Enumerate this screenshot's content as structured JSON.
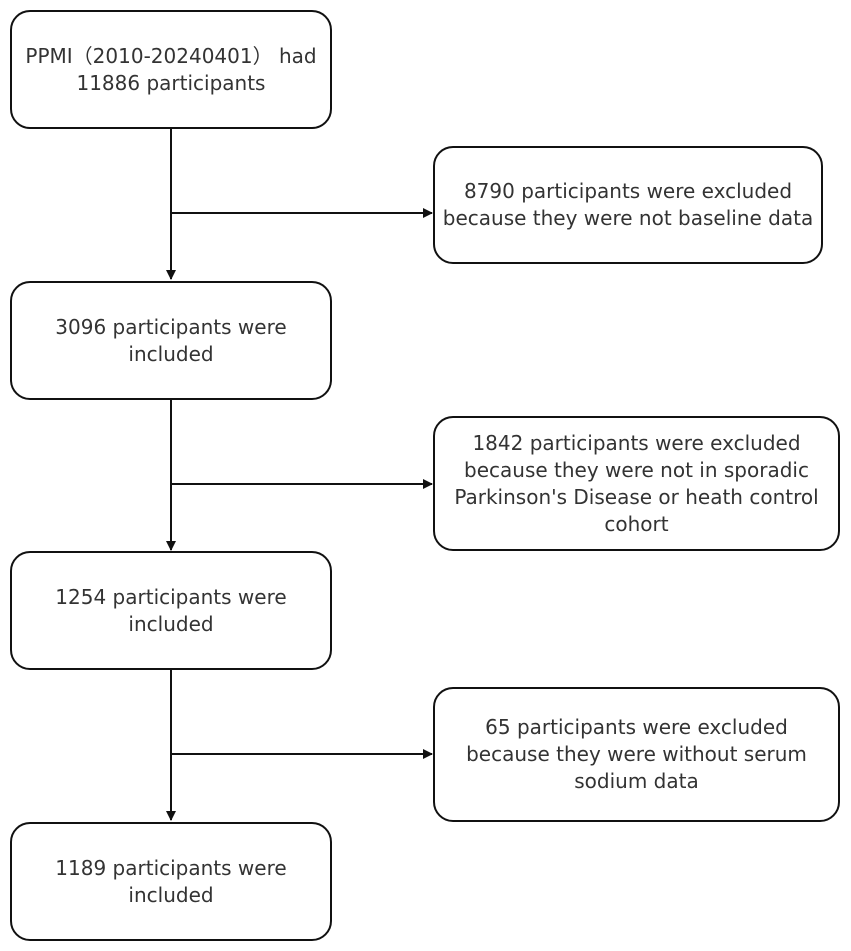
{
  "flowchart": {
    "main_steps": [
      "PPMI（2010-20240401） had\n11886 participants",
      "3096 participants were\nincluded",
      "1254 participants were\nincluded",
      "1189 participants were\nincluded"
    ],
    "exclusions": [
      "8790 participants were excluded\nbecause they were not baseline data",
      "1842 participants were excluded\nbecause they were not in sporadic\nParkinson's Disease or heath control\ncohort",
      "65 participants were excluded\nbecause they were without serum\nsodium data"
    ]
  },
  "colors": {
    "stroke": "#111111",
    "text": "#333333",
    "background": "#ffffff"
  }
}
